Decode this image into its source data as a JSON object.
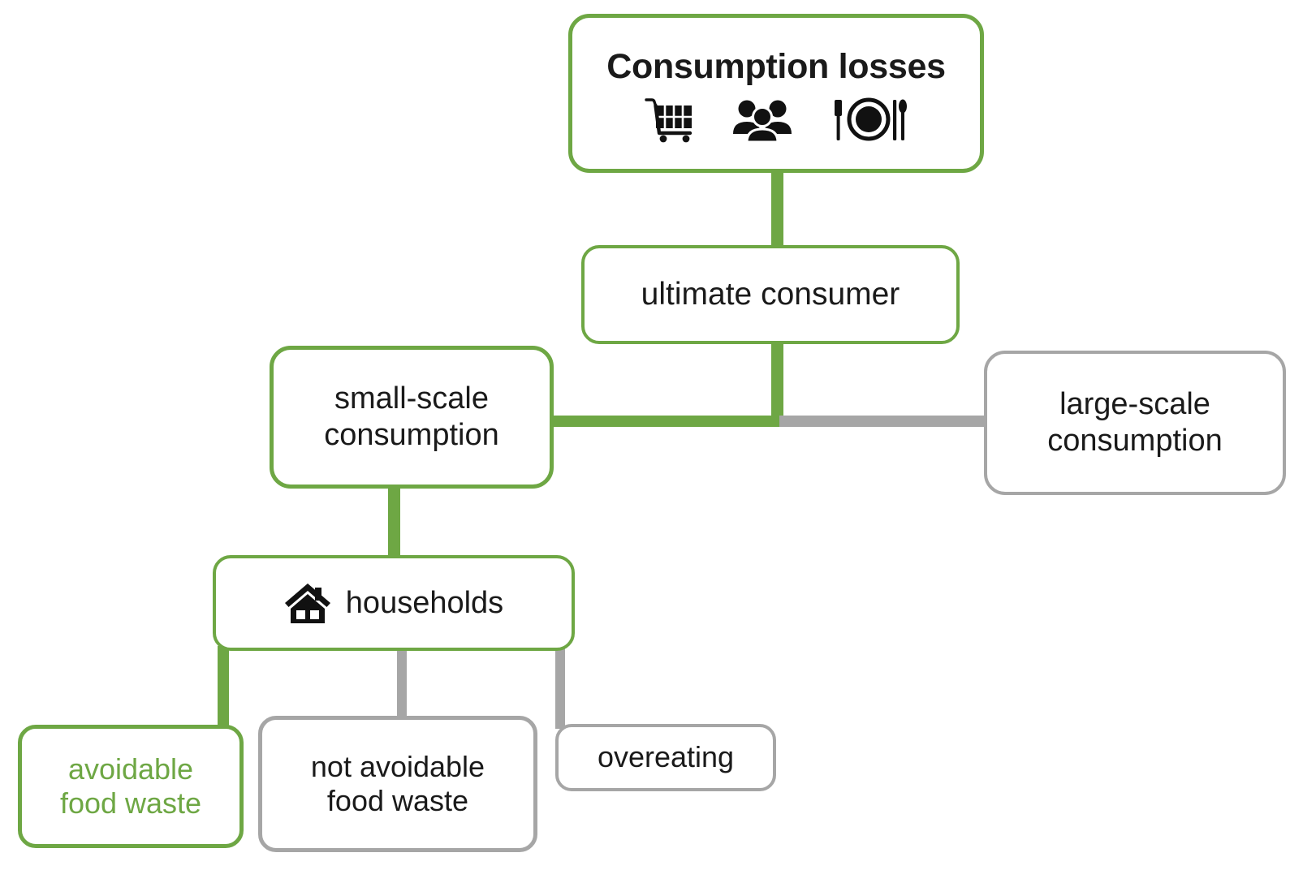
{
  "diagram": {
    "title": "Consumption losses",
    "theme": {
      "accent_green": "#6EA744",
      "neutral_gray": "#A6A6A6",
      "text_dark": "#1A1A1A",
      "background": "#FFFFFF"
    },
    "root": {
      "label": "Consumption losses",
      "icons": [
        "shopping-cart-icon",
        "people-group-icon",
        "plate-cutlery-icon"
      ],
      "border_color": "#6EA744"
    },
    "nodes": [
      {
        "id": "ultimate-consumer",
        "label": "ultimate consumer",
        "border_color": "#6EA744",
        "text_color": "#1A1A1A"
      },
      {
        "id": "small-scale",
        "label": "small-scale\nconsumption",
        "border_color": "#6EA744",
        "text_color": "#1A1A1A"
      },
      {
        "id": "large-scale",
        "label": "large-scale\nconsumption",
        "border_color": "#A6A6A6",
        "text_color": "#1A1A1A"
      },
      {
        "id": "households",
        "label": "households",
        "border_color": "#6EA744",
        "text_color": "#1A1A1A",
        "icon": "house-icon"
      },
      {
        "id": "avoidable",
        "label": "avoidable\nfood waste",
        "border_color": "#6EA744",
        "text_color": "#6EA744"
      },
      {
        "id": "not-avoidable",
        "label": "not avoidable\nfood waste",
        "border_color": "#A6A6A6",
        "text_color": "#1A1A1A"
      },
      {
        "id": "overeating",
        "label": "overeating",
        "border_color": "#A6A6A6",
        "text_color": "#1A1A1A"
      }
    ],
    "edges": [
      {
        "from": "consumption-losses",
        "to": "ultimate-consumer",
        "color": "#6EA744"
      },
      {
        "from": "ultimate-consumer",
        "to": "small-scale",
        "color": "#6EA744"
      },
      {
        "from": "ultimate-consumer",
        "to": "large-scale",
        "color": "#A6A6A6"
      },
      {
        "from": "small-scale",
        "to": "households",
        "color": "#6EA744"
      },
      {
        "from": "households",
        "to": "avoidable",
        "color": "#6EA744"
      },
      {
        "from": "households",
        "to": "not-avoidable",
        "color": "#A6A6A6"
      },
      {
        "from": "households",
        "to": "overeating",
        "color": "#A6A6A6"
      }
    ]
  }
}
